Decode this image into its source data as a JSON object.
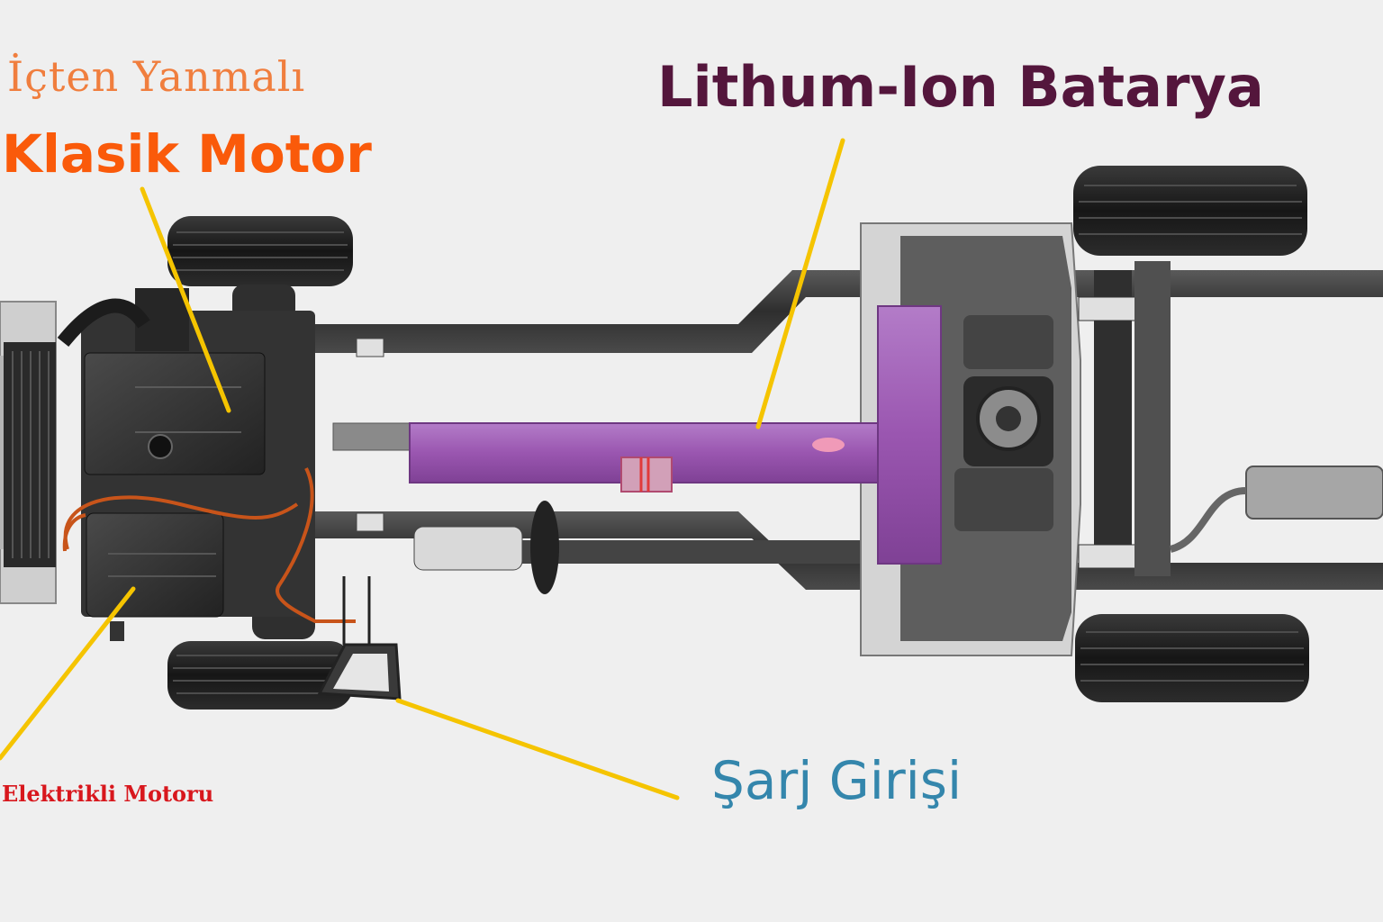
{
  "labels": {
    "ice_line1": "İçten Yanmalı",
    "ice_line2": "Klasik Motor",
    "battery": "Lithum-Ion Batarya",
    "electric_motor": "Elektrikli Motoru",
    "charge_port": "Şarj Girişi"
  },
  "colors": {
    "ice_line1": "#f07e3e",
    "ice_line2": "#fa5a0a",
    "battery_text": "#54163c",
    "battery_fill": "#a05fb4",
    "electric_motor_text": "#d8171d",
    "charge_text": "#3486ac",
    "leader_line": "#f5c400",
    "chassis_dark": "#3a3a3a",
    "background": "#efefef"
  }
}
